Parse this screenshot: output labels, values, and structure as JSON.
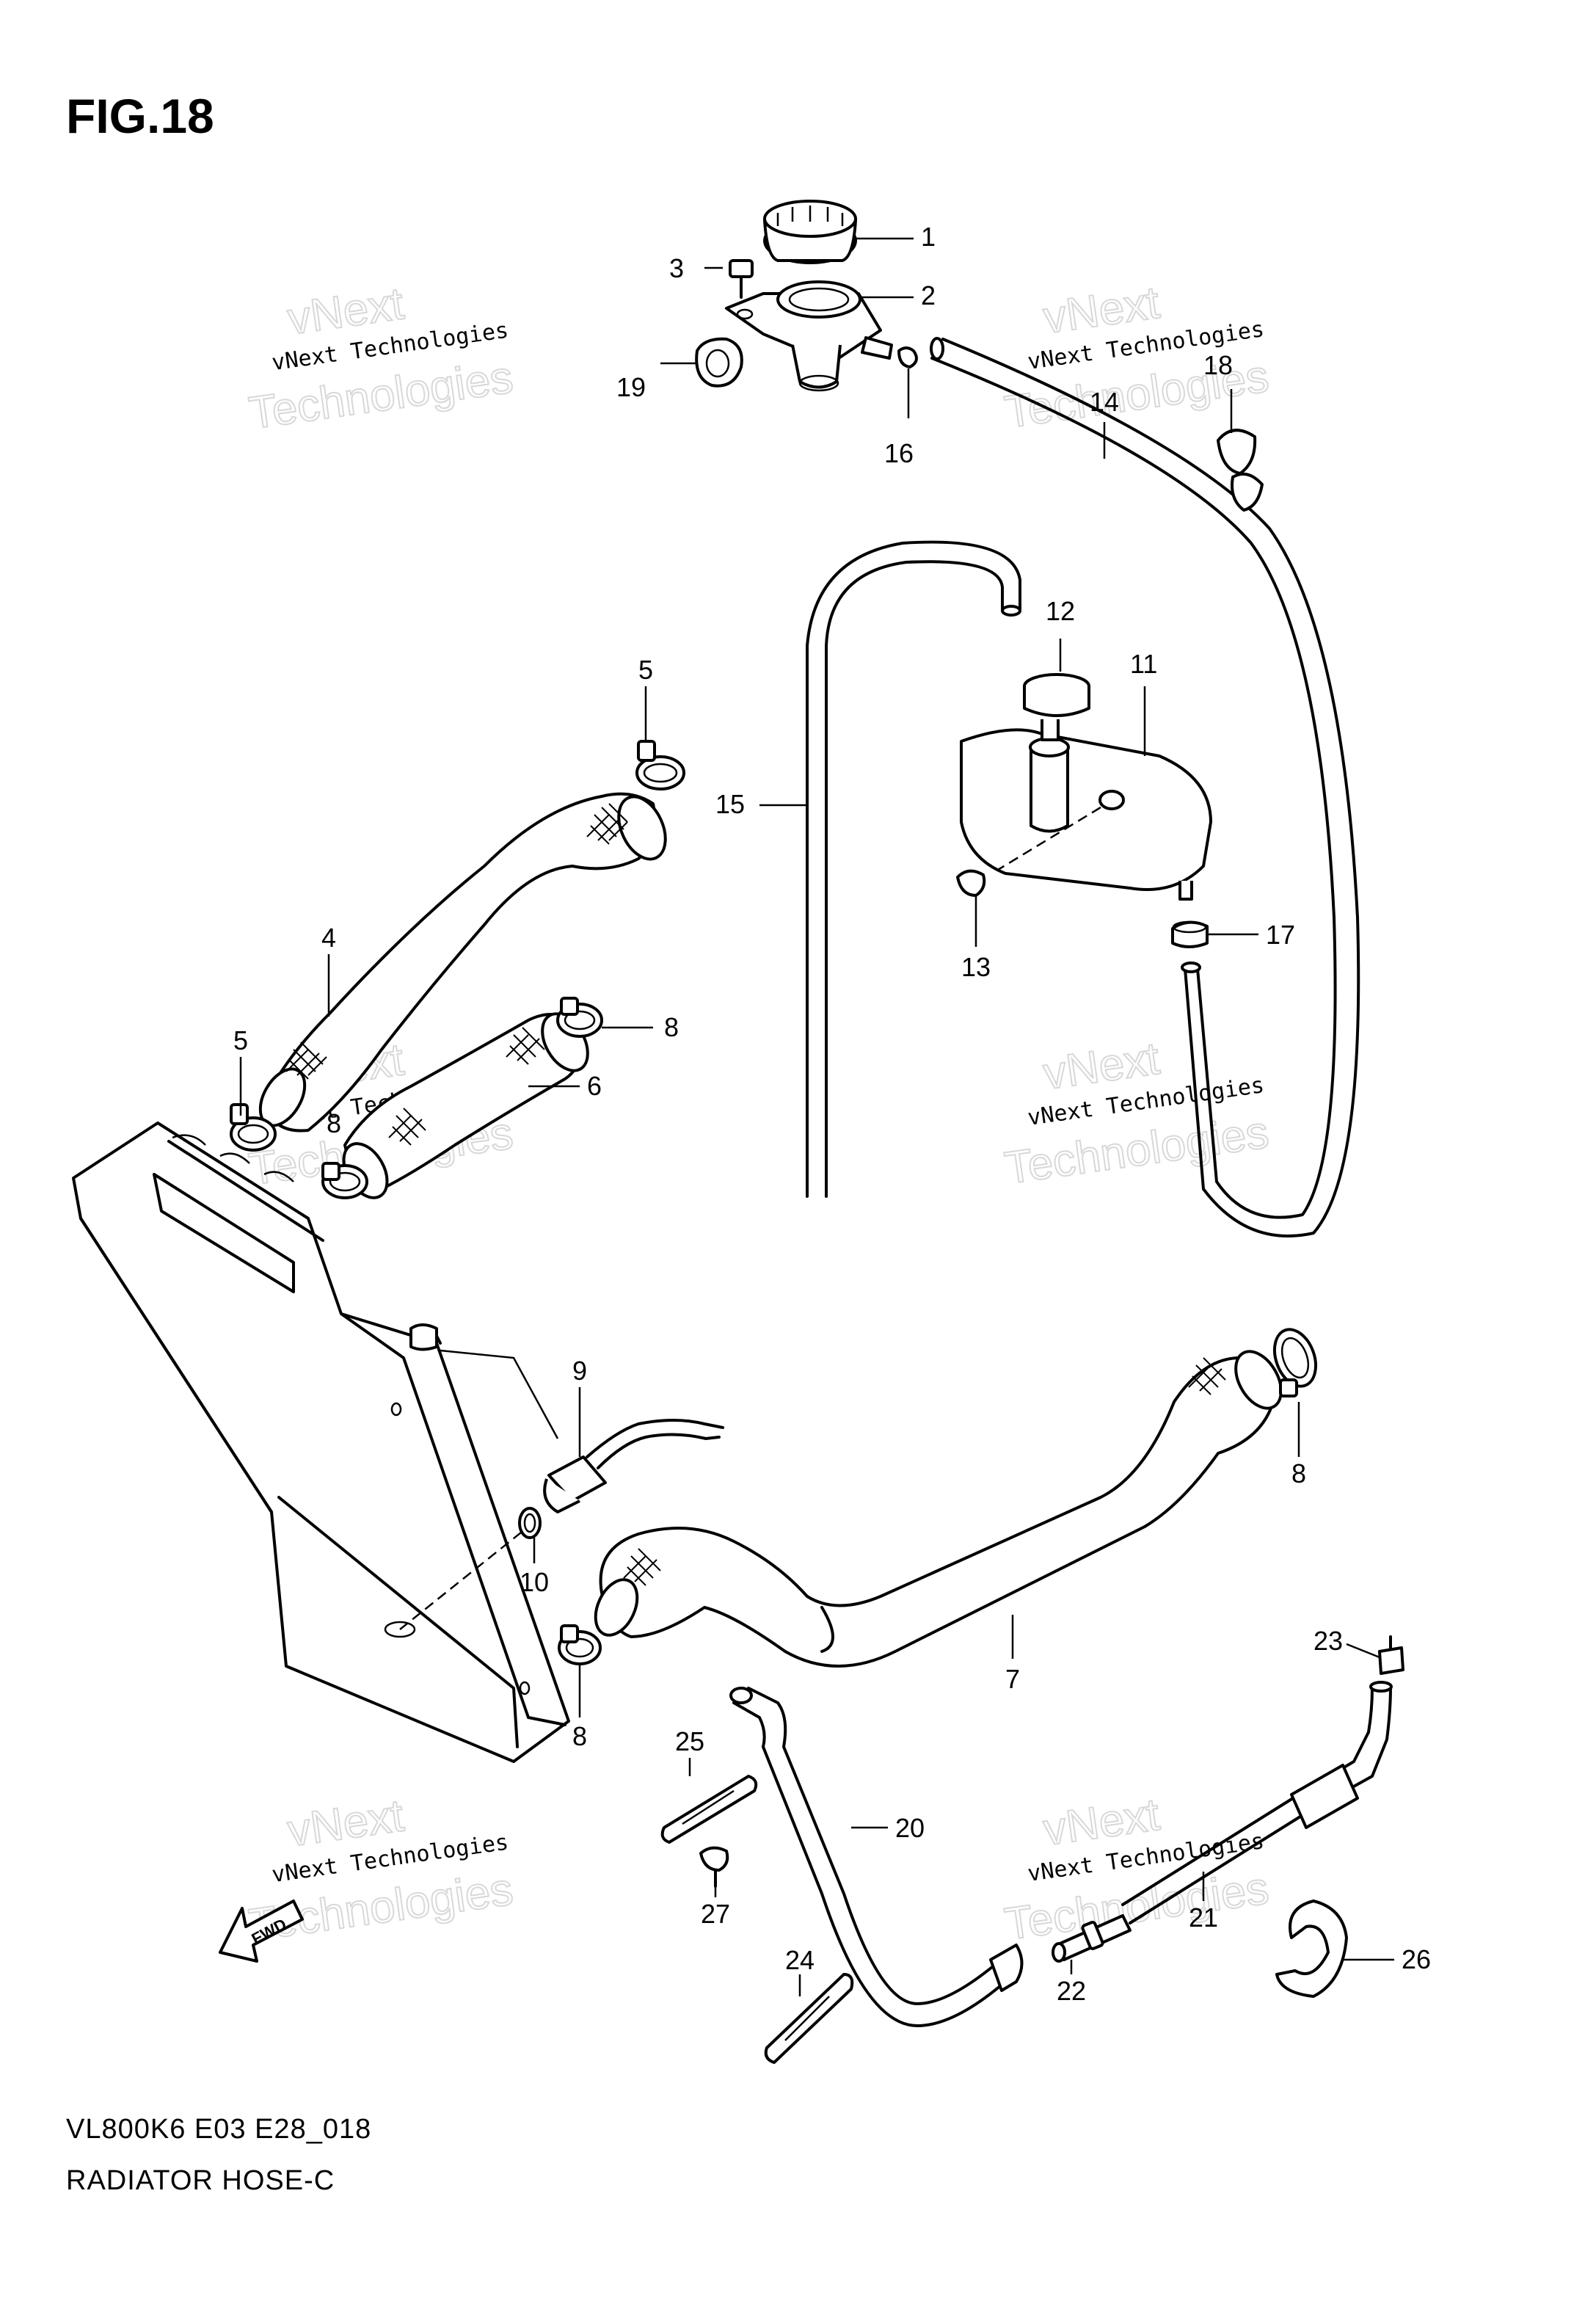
{
  "figure": {
    "title": "FIG.18"
  },
  "footer": {
    "model_code": "VL800K6 E03 E28_018",
    "section_name": "RADIATOR HOSE-C"
  },
  "watermark": {
    "line1": "vNext Technologies",
    "line2": "vNext",
    "line3": "Technologies"
  },
  "fwd_label": "FWD",
  "callouts": [
    "1",
    "2",
    "3",
    "19",
    "16",
    "14",
    "18",
    "12",
    "11",
    "15",
    "13",
    "17",
    "5",
    "4",
    "5",
    "8",
    "6",
    "8",
    "8",
    "9",
    "10",
    "8",
    "7",
    "23",
    "25",
    "20",
    "27",
    "21",
    "24",
    "22",
    "26"
  ]
}
